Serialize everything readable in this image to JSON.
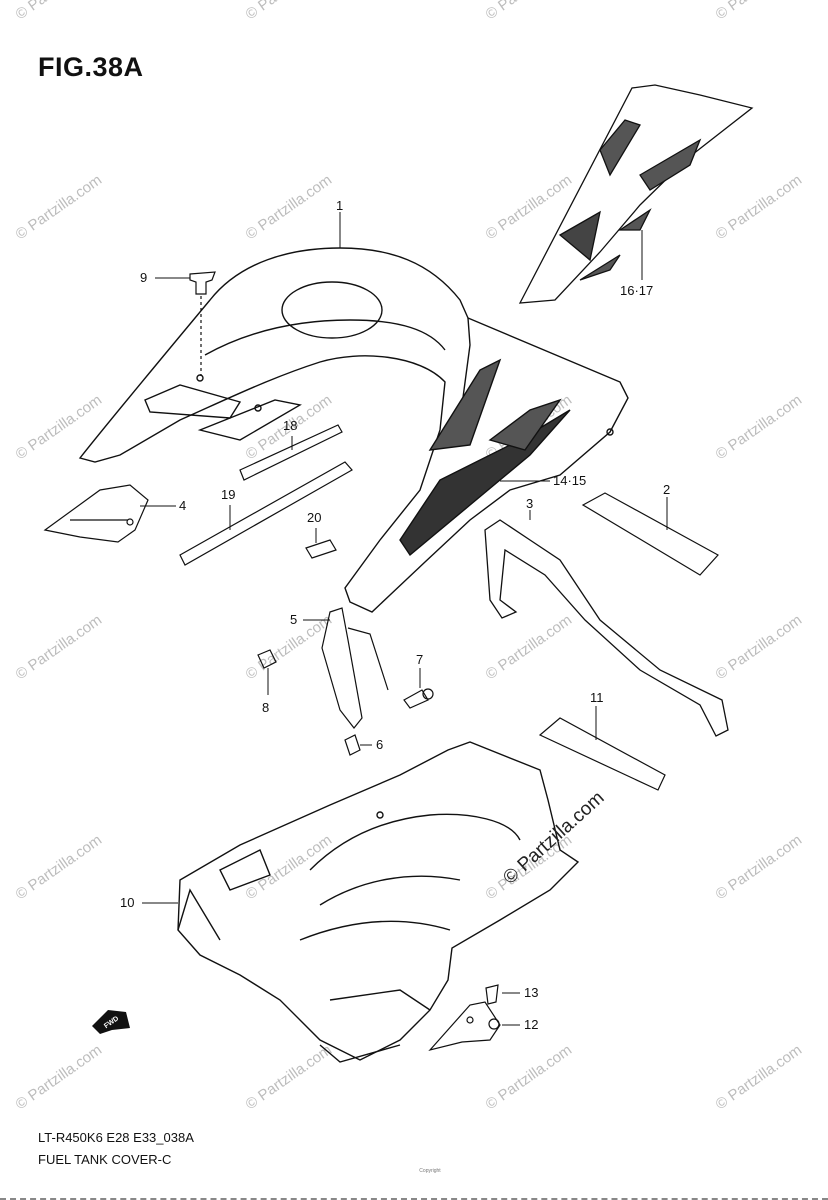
{
  "figure": {
    "title": "FIG.38A"
  },
  "callouts": {
    "c1": "1",
    "c2": "2",
    "c3": "3",
    "c4": "4",
    "c5": "5",
    "c6": "6",
    "c7": "7",
    "c8": "8",
    "c9": "9",
    "c10": "10",
    "c11": "11",
    "c12": "12",
    "c13": "13",
    "c14_15": "14·15",
    "c16_17": "16·17",
    "c18": "18",
    "c19": "19",
    "c20": "20"
  },
  "watermark": {
    "text": "© Partzilla.com"
  },
  "fwd_arrow_label": "FWD",
  "footer": {
    "model_code": "LT-R450K6 E28 E33_038A",
    "caption": "FUEL TANK COVER-C",
    "copyright": "Copyright"
  }
}
